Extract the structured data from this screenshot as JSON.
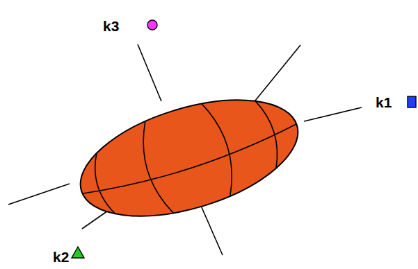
{
  "diagram": {
    "labels": [
      "k3",
      "k1",
      "k2"
    ]
  }
}
